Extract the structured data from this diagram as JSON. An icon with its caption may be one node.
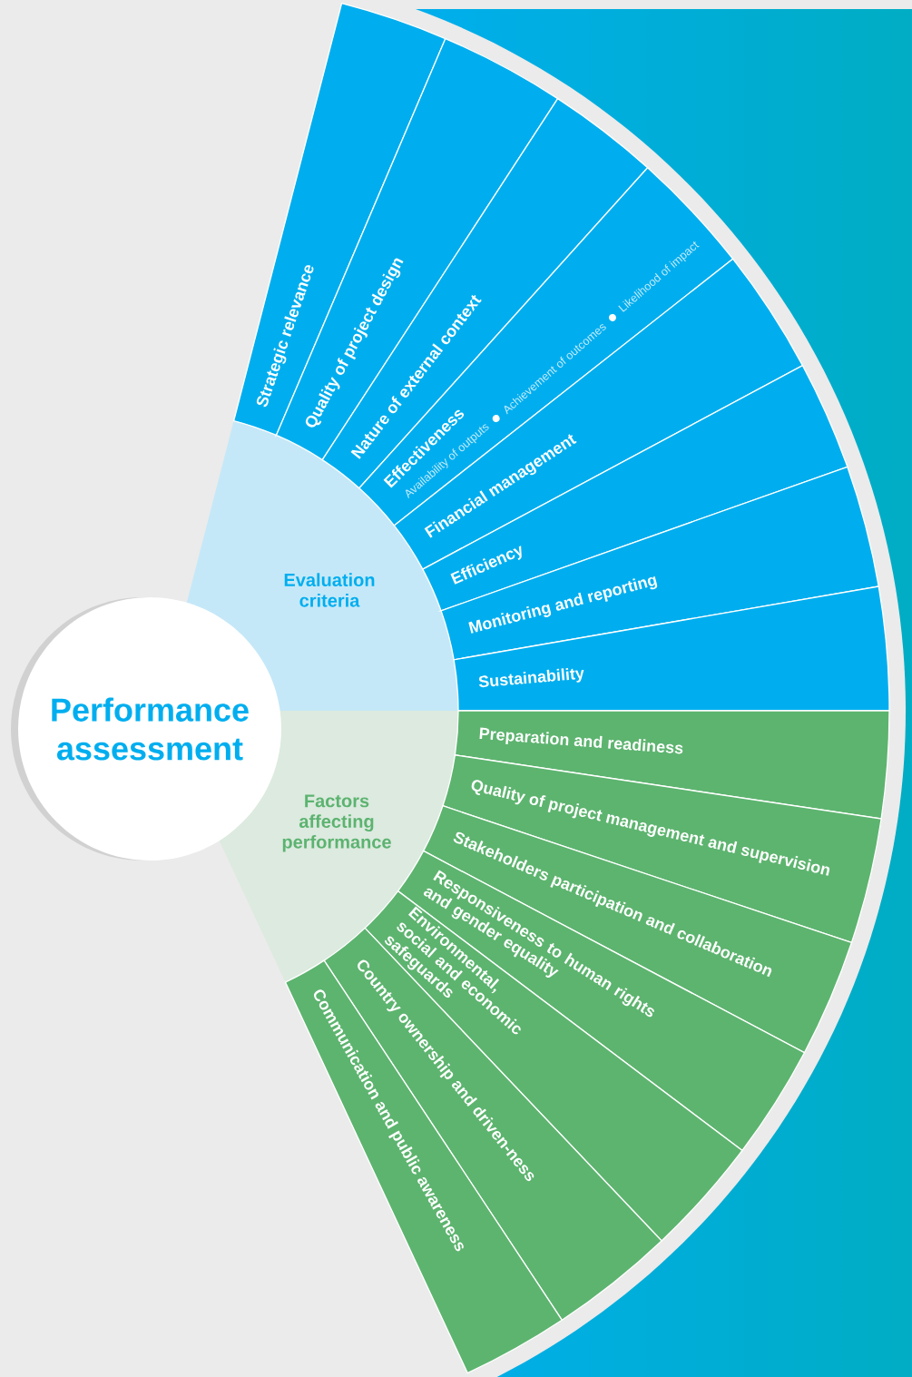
{
  "diagram": {
    "nodes": [
      {
        "text": [
          "Performance assessment"
        ]
      },
      {
        "text": [
          "Evaluation criteria"
        ]
      },
      {
        "text": [
          "Factors affecting performance"
        ]
      },
      {
        "text": [
          "Strategic relevance"
        ]
      },
      {
        "text": [
          "Quality of project design"
        ]
      },
      {
        "text": [
          "Nature of external context"
        ]
      },
      {
        "text": [
          "Effectiveness",
          "Availability of outputs",
          "Achievement of outcomes",
          "Likelihood of impact"
        ]
      },
      {
        "text": [
          "Financial management"
        ]
      },
      {
        "text": [
          "Efficiency"
        ]
      },
      {
        "text": [
          "Monitoring and reporting"
        ]
      },
      {
        "text": [
          "Sustainability"
        ]
      },
      {
        "text": [
          "Preparation and readiness"
        ]
      },
      {
        "text": [
          "Quality of project management and supervision"
        ]
      },
      {
        "text": [
          "Stakeholders participation and collaboration"
        ]
      },
      {
        "text": [
          "Responsiveness to human rights and gender equality"
        ]
      },
      {
        "text": [
          "Environmental, social and economic safeguards"
        ]
      },
      {
        "text": [
          "Country ownership and driven-ness"
        ]
      },
      {
        "text": [
          "Communication and public awareness"
        ]
      }
    ]
  }
}
